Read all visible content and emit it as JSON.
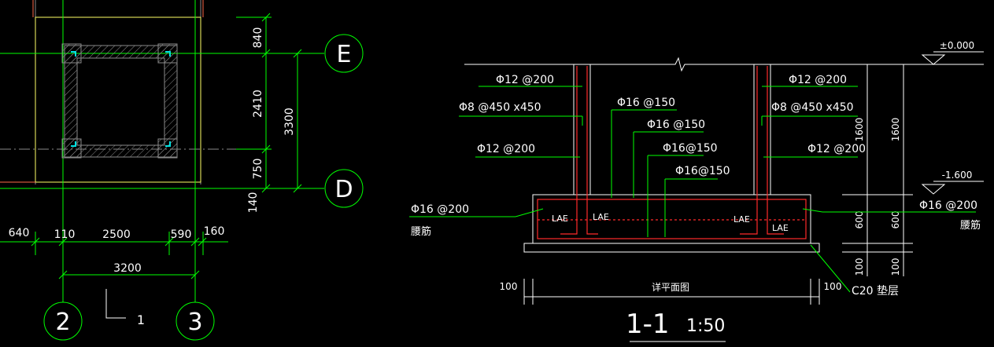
{
  "colors": {
    "background": "#000000",
    "green": "#00ff00",
    "red": "#ff2a2a",
    "white": "#ffffff",
    "yellow": "#ffff66",
    "gray": "#8a8a8a",
    "cyan": "#00e0e0"
  },
  "plan": {
    "dims_right": [
      "840",
      "2410",
      "750",
      "140"
    ],
    "dim_total_right": "3300",
    "axes_row": [
      "E",
      "D"
    ],
    "dims_bottom": [
      "640",
      "110",
      "2500",
      "590",
      "160"
    ],
    "dim_total_bottom": "3200",
    "axes_col": [
      "2",
      "3"
    ],
    "section_marker": "1"
  },
  "section": {
    "elevation_top": "±0.000",
    "elevation_bottom": "-1.600",
    "dim_right_1600": "1600",
    "dim_right_600": "600",
    "dim_right_100": "100",
    "labels_left": [
      "Φ12 @200",
      "Φ8 @450 x450",
      "Φ12 @200",
      "Φ16 @200",
      "腰筋"
    ],
    "labels_mid": [
      "Φ16 @150",
      "Φ16 @150",
      "Φ16@150",
      "Φ16@150"
    ],
    "labels_right": [
      "Φ12 @200",
      "Φ8 @450 x450",
      "Φ12 @200",
      "Φ16 @200",
      "腰筋"
    ],
    "lae": [
      "LAE",
      "LAE",
      "LAE",
      "LAE"
    ],
    "bottom_dims": [
      "100",
      "详平面图",
      "100"
    ],
    "cushion": "C20 垫层",
    "title": "1-1",
    "scale": "1:50"
  }
}
